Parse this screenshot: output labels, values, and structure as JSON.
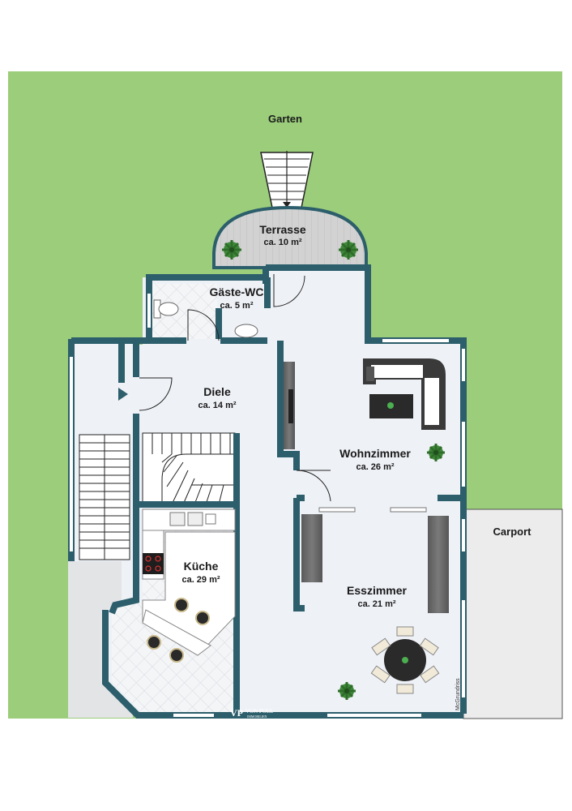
{
  "garden": {
    "label": "Garten"
  },
  "carport": {
    "label": "Carport"
  },
  "rooms": [
    {
      "name": "Terrasse",
      "area": "ca. 10 m²"
    },
    {
      "name": "Gäste-WC",
      "area": "ca. 5 m²"
    },
    {
      "name": "Diele",
      "area": "ca. 14 m²"
    },
    {
      "name": "Wohnzimmer",
      "area": "ca. 26 m²"
    },
    {
      "name": "Küche",
      "area": "ca. 29 m²"
    },
    {
      "name": "Esszimmer",
      "area": "ca. 21 m²"
    }
  ],
  "watermark": {
    "logo": "VP",
    "brand": "VON POLL",
    "sub": "IMMOBILIEN"
  },
  "credit": "McGrundriss",
  "colors": {
    "grass": "#9fd17f",
    "wall": "#2c5e6b",
    "floor": "#eef1f6",
    "deck": "#cfcfcf",
    "carport": "#ececec"
  }
}
